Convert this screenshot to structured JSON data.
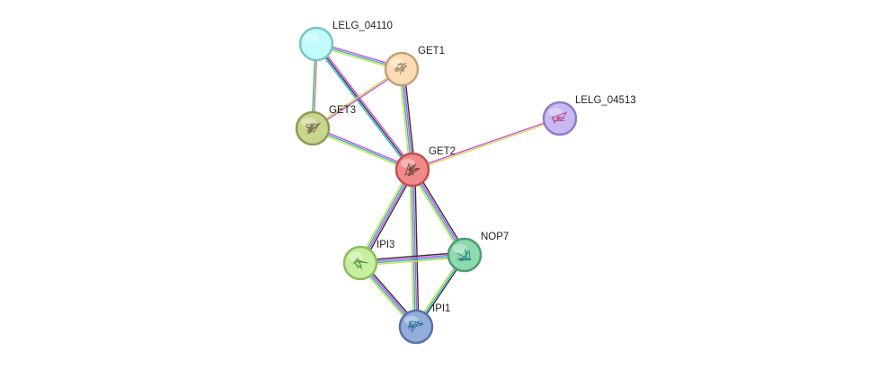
{
  "network": {
    "nodes": [
      {
        "id": "LELG_04110",
        "label": "LELG_04110",
        "fill": "#c2fbfc",
        "stroke": "#79c3c6",
        "icon": "blank"
      },
      {
        "id": "GET1",
        "label": "GET1",
        "fill": "#fbdcb4",
        "stroke": "#c2a27b",
        "icon": "helix-structure-icon"
      },
      {
        "id": "GET3",
        "label": "GET3",
        "fill": "#c9d68d",
        "stroke": "#8c9a57",
        "icon": "protein-structure-icon"
      },
      {
        "id": "LELG_04513",
        "label": "LELG_04513",
        "fill": "#c8b9f2",
        "stroke": "#8e7dc4",
        "icon": "protein-structure-icon"
      },
      {
        "id": "GET2",
        "label": "GET2",
        "fill": "#f28a8a",
        "stroke": "#c14f4f",
        "icon": "protein-structure-icon"
      },
      {
        "id": "IPI3",
        "label": "IPI3",
        "fill": "#c7ef9d",
        "stroke": "#8bbd63",
        "icon": "protein-structure-icon"
      },
      {
        "id": "NOP7",
        "label": "NOP7",
        "fill": "#8fd9ae",
        "stroke": "#4c9d73",
        "icon": "protein-structure-icon"
      },
      {
        "id": "IPI1",
        "label": "IPI1",
        "fill": "#93acd9",
        "stroke": "#5572a8",
        "icon": "protein-structure-icon"
      }
    ],
    "edges": [
      {
        "source": "LELG_04110",
        "target": "GET1",
        "evidence": [
          "#d04be0",
          "#27b5c7",
          "#c8e046"
        ]
      },
      {
        "source": "LELG_04110",
        "target": "GET3",
        "evidence": [
          "#d04be0",
          "#27b5c7"
        ]
      },
      {
        "source": "LELG_04110",
        "target": "GET2",
        "evidence": [
          "#d04be0",
          "#333333",
          "#27b5c7"
        ]
      },
      {
        "source": "GET1",
        "target": "GET3",
        "evidence": [
          "#d04be0",
          "#c8e046"
        ]
      },
      {
        "source": "GET1",
        "target": "GET2",
        "evidence": [
          "#333333",
          "#d04be0",
          "#27b5c7",
          "#c8e046"
        ]
      },
      {
        "source": "GET3",
        "target": "GET2",
        "evidence": [
          "#d04be0",
          "#27b5c7",
          "#c8e046"
        ]
      },
      {
        "source": "GET3",
        "target": "LELG_04110",
        "evidence": [
          "#c8e046"
        ]
      },
      {
        "source": "GET2",
        "target": "LELG_04513",
        "evidence": [
          "#d04be0",
          "#c8e046"
        ]
      },
      {
        "source": "GET2",
        "target": "IPI3",
        "evidence": [
          "#333333",
          "#d04be0",
          "#27b5c7",
          "#c8e046"
        ]
      },
      {
        "source": "GET2",
        "target": "NOP7",
        "evidence": [
          "#333333",
          "#d04be0",
          "#27b5c7",
          "#c8e046"
        ]
      },
      {
        "source": "GET2",
        "target": "IPI1",
        "evidence": [
          "#333333",
          "#d04be0",
          "#27b5c7",
          "#c8e046"
        ]
      },
      {
        "source": "IPI3",
        "target": "NOP7",
        "evidence": [
          "#333333",
          "#d04be0",
          "#27b5c7",
          "#c8e046"
        ]
      },
      {
        "source": "IPI3",
        "target": "IPI1",
        "evidence": [
          "#333333",
          "#d04be0",
          "#27b5c7",
          "#c8e046"
        ]
      },
      {
        "source": "NOP7",
        "target": "IPI1",
        "evidence": [
          "#333333",
          "#27b5c7",
          "#c8e046"
        ]
      }
    ]
  }
}
